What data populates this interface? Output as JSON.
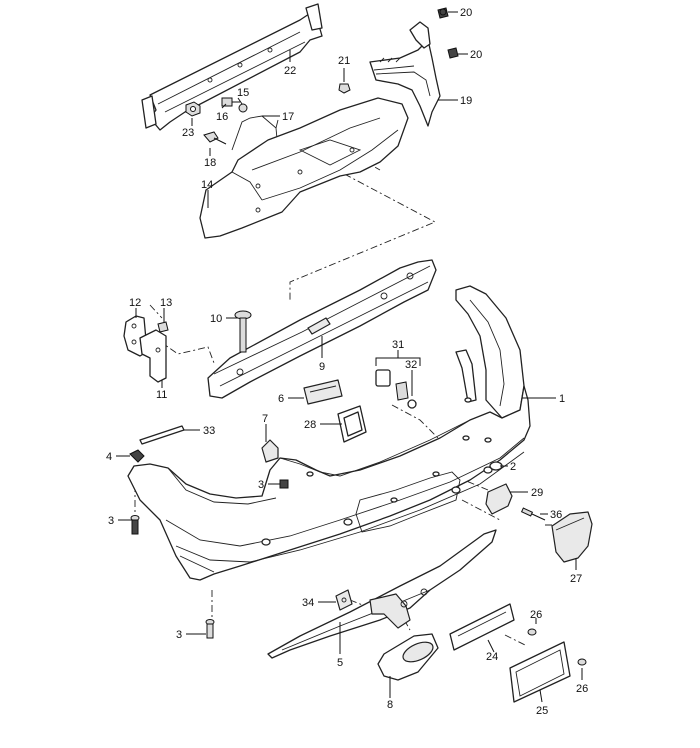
{
  "diagram": {
    "callouts": [
      {
        "id": "c1",
        "text": "1"
      },
      {
        "id": "c2",
        "text": "2"
      },
      {
        "id": "c3a",
        "text": "3"
      },
      {
        "id": "c3b",
        "text": "3"
      },
      {
        "id": "c3c",
        "text": "3"
      },
      {
        "id": "c4",
        "text": "4"
      },
      {
        "id": "c5",
        "text": "5"
      },
      {
        "id": "c6",
        "text": "6"
      },
      {
        "id": "c7",
        "text": "7"
      },
      {
        "id": "c8",
        "text": "8"
      },
      {
        "id": "c9",
        "text": "9"
      },
      {
        "id": "c10",
        "text": "10"
      },
      {
        "id": "c11",
        "text": "11"
      },
      {
        "id": "c12",
        "text": "12"
      },
      {
        "id": "c13",
        "text": "13"
      },
      {
        "id": "c14",
        "text": "14"
      },
      {
        "id": "c15",
        "text": "15"
      },
      {
        "id": "c16",
        "text": "16"
      },
      {
        "id": "c17",
        "text": "17"
      },
      {
        "id": "c18",
        "text": "18"
      },
      {
        "id": "c19",
        "text": "19"
      },
      {
        "id": "c20a",
        "text": "20"
      },
      {
        "id": "c20b",
        "text": "20"
      },
      {
        "id": "c21",
        "text": "21"
      },
      {
        "id": "c22",
        "text": "22"
      },
      {
        "id": "c23",
        "text": "23"
      },
      {
        "id": "c24",
        "text": "24"
      },
      {
        "id": "c25",
        "text": "25"
      },
      {
        "id": "c26a",
        "text": "26"
      },
      {
        "id": "c26b",
        "text": "26"
      },
      {
        "id": "c27",
        "text": "27"
      },
      {
        "id": "c28",
        "text": "28"
      },
      {
        "id": "c29",
        "text": "29"
      },
      {
        "id": "c31",
        "text": "31"
      },
      {
        "id": "c32",
        "text": "32"
      },
      {
        "id": "c33",
        "text": "33"
      },
      {
        "id": "c34",
        "text": "34"
      },
      {
        "id": "c36",
        "text": "36"
      }
    ]
  }
}
